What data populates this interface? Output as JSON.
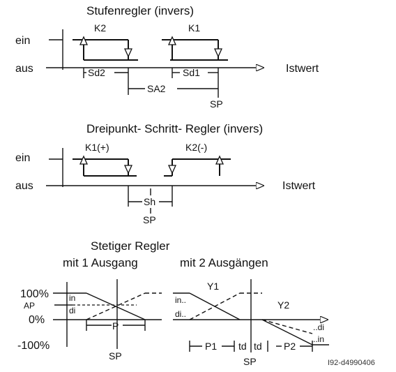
{
  "diagram1": {
    "title": "Stufenregler (invers)",
    "y_on": "ein",
    "y_off": "aus",
    "axis_label": "Istwert",
    "relays": [
      "K2",
      "K1"
    ],
    "dims": [
      "Sd2",
      "Sd1",
      "SA2",
      "SP"
    ]
  },
  "diagram2": {
    "title": "Dreipunkt- Schritt- Regler (invers)",
    "y_on": "ein",
    "y_off": "aus",
    "axis_label": "Istwert",
    "relays": [
      "K1(+)",
      "K2(-)"
    ],
    "dims": [
      "Sh",
      "SP"
    ]
  },
  "diagram3": {
    "title": "Stetiger Regler",
    "sub_left": "mit 1 Ausgang",
    "sub_right": "mit 2 Ausgängen",
    "y_labels": [
      "100%",
      "AP",
      "0%",
      "-100%"
    ],
    "left_labels": [
      "in",
      "di",
      "P",
      "SP"
    ],
    "right_labels": [
      "Y1",
      "in..",
      "di..",
      "Y2",
      "..di",
      "..in",
      "P1",
      "td",
      "td",
      "P2",
      "SP"
    ]
  },
  "figure_ref": "I92-d4990406"
}
